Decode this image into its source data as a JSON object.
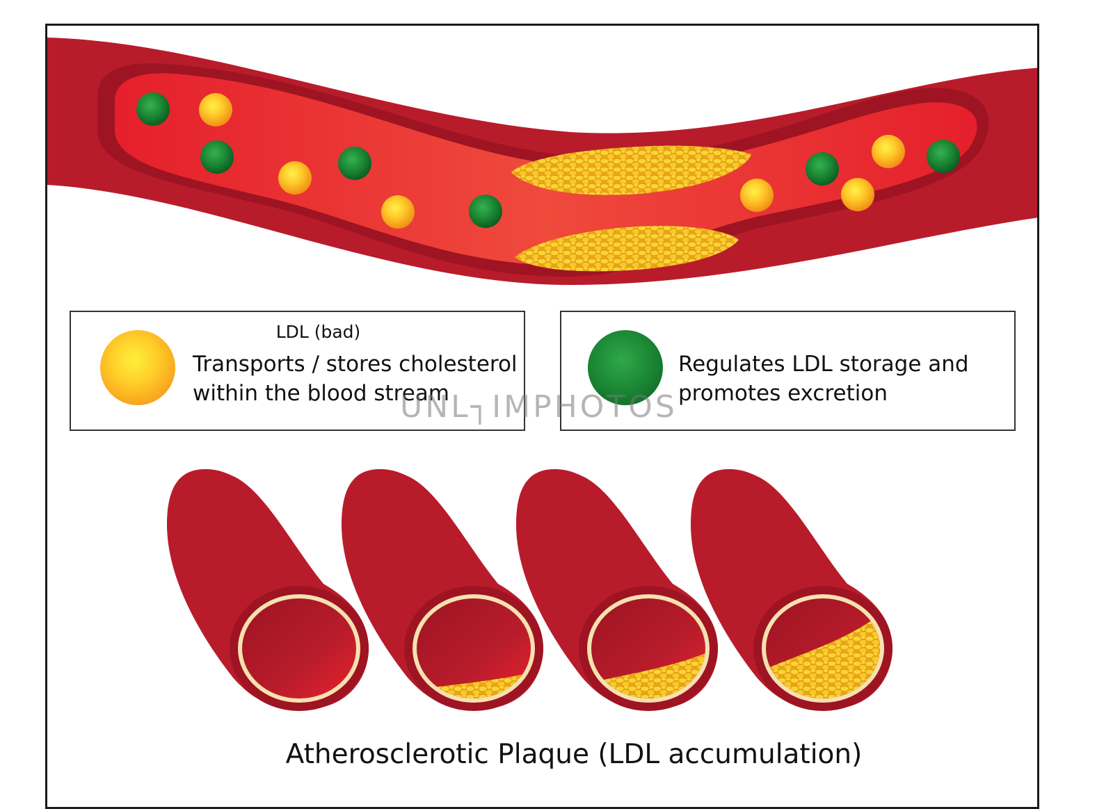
{
  "legend": {
    "ldl": {
      "title": "LDL (bad)",
      "line1": "Transports / stores cholesterol",
      "line2": "within the blood stream",
      "ball_color": "#f7a21c"
    },
    "hdl": {
      "line1": "Regulates LDL storage and",
      "line2": "promotes excretion",
      "ball_color": "#1d8a36"
    }
  },
  "watermark": "UNL┐IMPHOTOS",
  "caption": "Atherosclerotic Plaque (LDL accumulation)",
  "colors": {
    "vessel_wall": "#b81c2b",
    "vessel_inner": "#9e1422",
    "blood": "#e8212e",
    "plaque": "#f6c21e",
    "ldl": "#f7a21c",
    "hdl": "#1d8a36"
  },
  "cross_sections": [
    {
      "stage": "healthy",
      "plaque_level": 0
    },
    {
      "stage": "early",
      "plaque_level": 0.2
    },
    {
      "stage": "moderate",
      "plaque_level": 0.35
    },
    {
      "stage": "advanced",
      "plaque_level": 0.65
    }
  ]
}
